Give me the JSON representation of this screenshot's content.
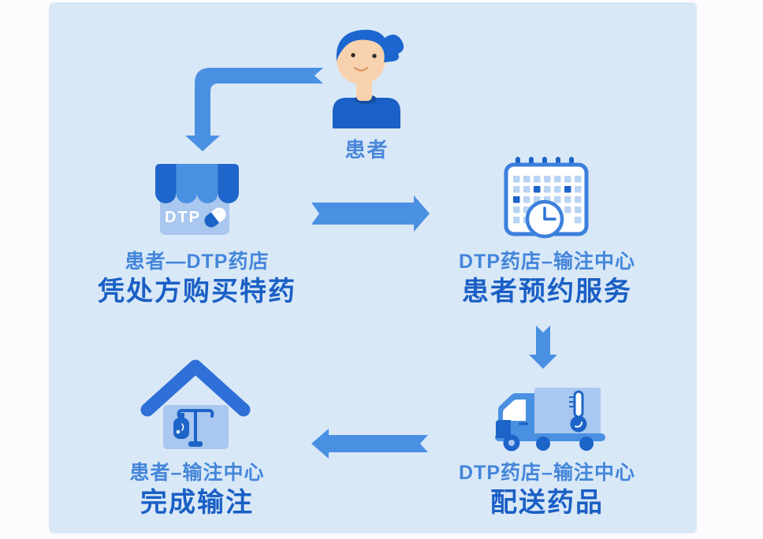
{
  "background": {
    "page": "#fdfbfd",
    "panel": "#d9e8f7"
  },
  "palette": {
    "arrow_blue": "#4a90e2",
    "dark_blue": "#1d64c8",
    "medium_blue": "#4a90e2",
    "light_blue": "#a9c7ef",
    "roof_blue": "#2f6fd8",
    "label_top_blue": "#4486da",
    "label_bottom_blue": "#1a5fc5",
    "skin": "#f8d2ae",
    "white": "#ffffff"
  },
  "patient": {
    "icon": "patient-avatar-icon",
    "label": "患者"
  },
  "steps": [
    {
      "icon": "pharmacy-store-icon",
      "sign": "DTP",
      "line1": "患者—DTP药店",
      "line2": "凭处方购买特药"
    },
    {
      "icon": "calendar-appointment-icon",
      "line1": "DTP药店–输注中心",
      "line2": "患者预约服务"
    },
    {
      "icon": "cold-chain-truck-icon",
      "line1": "DTP药店–输注中心",
      "line2": "配送药品"
    },
    {
      "icon": "home-infusion-icon",
      "line1": "患者–输注中心",
      "line2": "完成输注"
    }
  ],
  "arrows": [
    {
      "name": "arrow-patient-to-pharmacy",
      "direction": "curved-left-down"
    },
    {
      "name": "arrow-pharmacy-to-appointment",
      "direction": "right"
    },
    {
      "name": "arrow-appointment-to-delivery",
      "direction": "down"
    },
    {
      "name": "arrow-delivery-to-infusion",
      "direction": "left"
    }
  ]
}
